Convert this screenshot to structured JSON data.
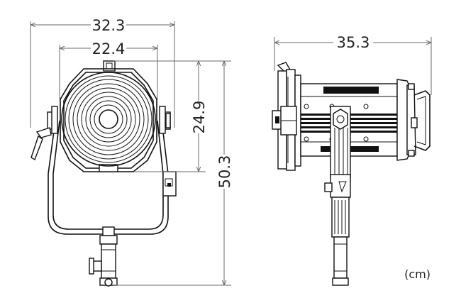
{
  "dimensions": {
    "front_overall_width": "32.3",
    "front_lens_width": "22.4",
    "front_head_height": "24.9",
    "front_overall_height": "50.3",
    "side_depth": "35.3"
  },
  "unit_label": "(cm)",
  "colors": {
    "ink": "#111111",
    "dimension_line": "#6a6a6a",
    "background": "#ffffff"
  }
}
